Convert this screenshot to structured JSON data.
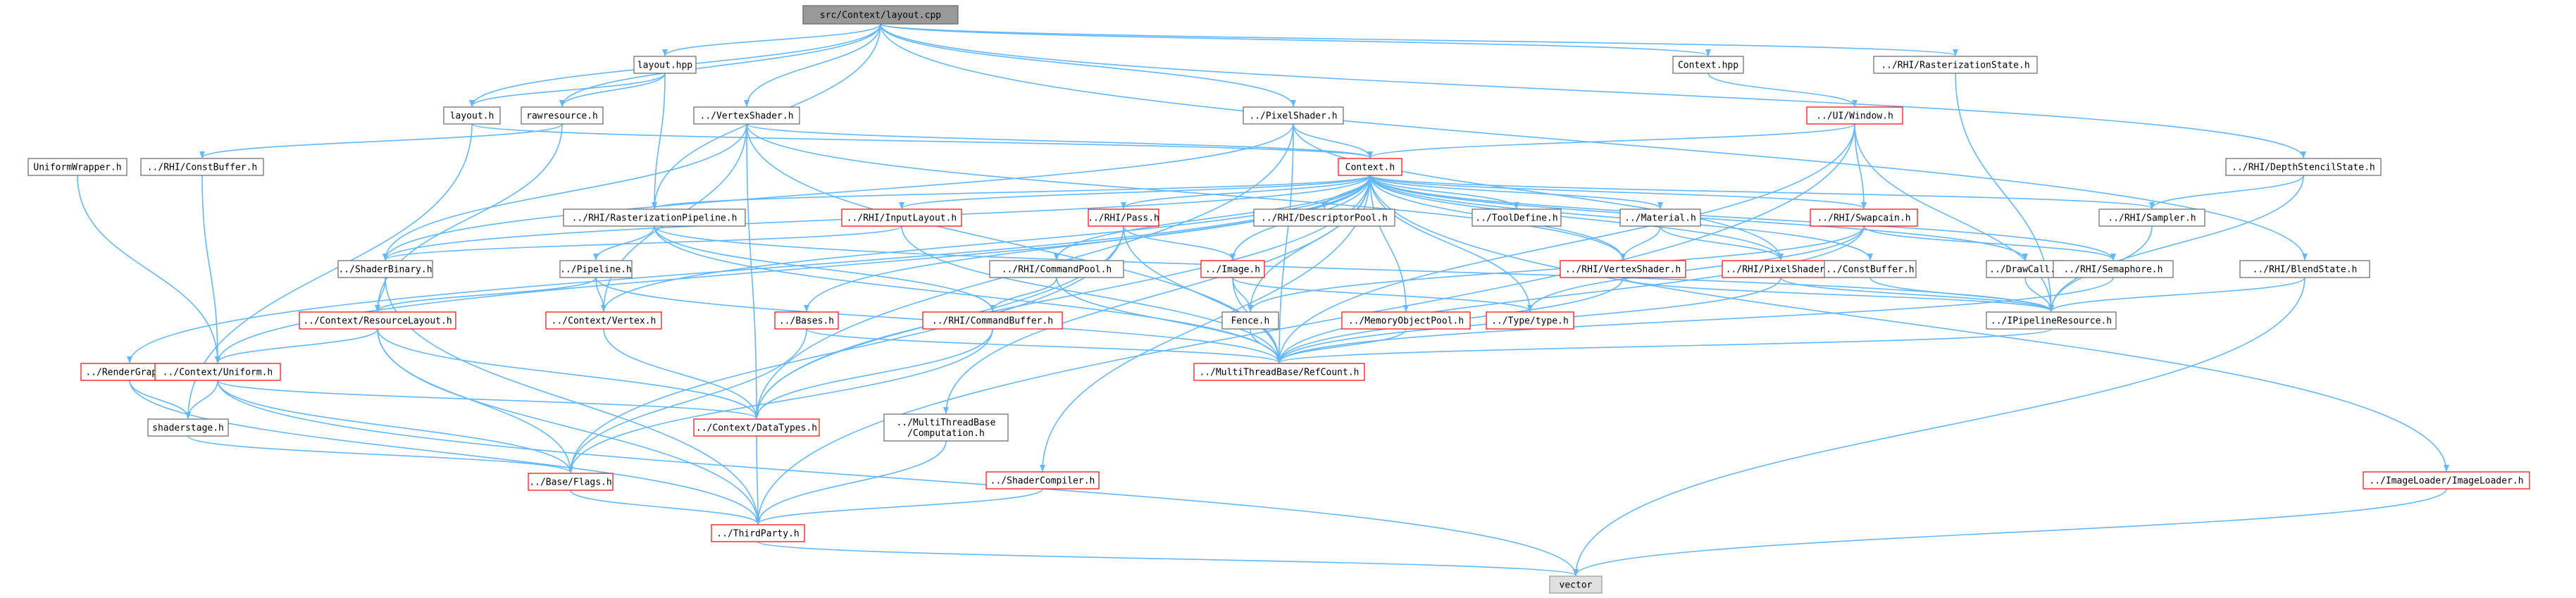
{
  "title": "src/Context/layout.cpp",
  "colors": {
    "edge": "#63b8ff",
    "root_fill": "#999999",
    "normal_border": "#666666",
    "red_border": "#ff0000",
    "external_fill": "#e0e0e0",
    "external_border": "#999999"
  },
  "nodes": [
    {
      "id": "root",
      "label": "src/Context/layout.cpp",
      "kind": "root"
    },
    {
      "id": "layout_hpp",
      "label": "layout.hpp",
      "kind": "normal"
    },
    {
      "id": "context_hpp",
      "label": "Context.hpp",
      "kind": "normal"
    },
    {
      "id": "rhi_raster_state",
      "label": "../RHI/RasterizationState.h",
      "kind": "normal"
    },
    {
      "id": "layout_h",
      "label": "layout.h",
      "kind": "normal"
    },
    {
      "id": "rawresource",
      "label": "rawresource.h",
      "kind": "normal"
    },
    {
      "id": "vertexshader",
      "label": "../VertexShader.h",
      "kind": "normal"
    },
    {
      "id": "pixelshader",
      "label": "../PixelShader.h",
      "kind": "normal"
    },
    {
      "id": "ui_window",
      "label": "../UI/Window.h",
      "kind": "red"
    },
    {
      "id": "uniformwrapper",
      "label": "UniformWrapper.h",
      "kind": "normal"
    },
    {
      "id": "rhi_constbuffer",
      "label": "../RHI/ConstBuffer.h",
      "kind": "normal"
    },
    {
      "id": "context_h",
      "label": "Context.h",
      "kind": "red"
    },
    {
      "id": "rhi_depthstencil",
      "label": "../RHI/DepthStencilState.h",
      "kind": "normal"
    },
    {
      "id": "rhi_raster_pipeline",
      "label": "../RHI/RasterizationPipeline.h",
      "kind": "normal"
    },
    {
      "id": "rhi_inputlayout",
      "label": "../RHI/InputLayout.h",
      "kind": "red"
    },
    {
      "id": "rhi_pass",
      "label": "../RHI/Pass.h",
      "kind": "red"
    },
    {
      "id": "rhi_descriptorpool",
      "label": "../RHI/DescriptorPool.h",
      "kind": "normal"
    },
    {
      "id": "tooldefine",
      "label": "../ToolDefine.h",
      "kind": "normal"
    },
    {
      "id": "material",
      "label": "../Material.h",
      "kind": "normal"
    },
    {
      "id": "rhi_swapcain",
      "label": "../RHI/Swapcain.h",
      "kind": "red"
    },
    {
      "id": "rhi_sampler",
      "label": "../RHI/Sampler.h",
      "kind": "normal"
    },
    {
      "id": "shaderbinary",
      "label": "../ShaderBinary.h",
      "kind": "normal"
    },
    {
      "id": "pipeline",
      "label": "../Pipeline.h",
      "kind": "normal"
    },
    {
      "id": "rhi_commandpool",
      "label": "../RHI/CommandPool.h",
      "kind": "normal"
    },
    {
      "id": "image",
      "label": "../Image.h",
      "kind": "red"
    },
    {
      "id": "rhi_vertexshader",
      "label": "../RHI/VertexShader.h",
      "kind": "red"
    },
    {
      "id": "rhi_pixelshader",
      "label": "../RHI/PixelShader.h",
      "kind": "red"
    },
    {
      "id": "constbuffer",
      "label": "../ConstBuffer.h",
      "kind": "normal"
    },
    {
      "id": "drawcall",
      "label": "../DrawCall.h",
      "kind": "normal"
    },
    {
      "id": "rhi_semaphore",
      "label": "../RHI/Semaphore.h",
      "kind": "normal"
    },
    {
      "id": "rhi_blendstate",
      "label": "../RHI/BlendState.h",
      "kind": "normal"
    },
    {
      "id": "context_resourcelayout",
      "label": "../Context/ResourceLayout.h",
      "kind": "red"
    },
    {
      "id": "context_vertex",
      "label": "../Context/Vertex.h",
      "kind": "red"
    },
    {
      "id": "bases",
      "label": "../Bases.h",
      "kind": "red"
    },
    {
      "id": "rhi_commandbuffer",
      "label": "../RHI/CommandBuffer.h",
      "kind": "red"
    },
    {
      "id": "fence",
      "label": "Fence.h",
      "kind": "normal"
    },
    {
      "id": "memoryobjectpool",
      "label": "../MemoryObjectPool.h",
      "kind": "red"
    },
    {
      "id": "type_type",
      "label": "../Type/type.h",
      "kind": "red"
    },
    {
      "id": "ipipelineresource",
      "label": "../IPipelineResource.h",
      "kind": "normal"
    },
    {
      "id": "rendergraph",
      "label": "../RenderGraph.h",
      "kind": "red"
    },
    {
      "id": "context_uniform",
      "label": "../Context/Uniform.h",
      "kind": "red"
    },
    {
      "id": "multithreadbase_refcount",
      "label": "../MultiThreadBase/RefCount.h",
      "kind": "red"
    },
    {
      "id": "shaderstage",
      "label": "shaderstage.h",
      "kind": "normal"
    },
    {
      "id": "context_datatypes",
      "label": "../Context/DataTypes.h",
      "kind": "red"
    },
    {
      "id": "multithreadbase_computation",
      "label": "../MultiThreadBase\n/Computation.h",
      "kind": "normal"
    },
    {
      "id": "shadercompiler",
      "label": "../ShaderCompiler.h",
      "kind": "red"
    },
    {
      "id": "imageloader",
      "label": "../ImageLoader/ImageLoader.h",
      "kind": "red"
    },
    {
      "id": "base_flags",
      "label": "../Base/Flags.h",
      "kind": "red"
    },
    {
      "id": "thirdparty",
      "label": "../ThirdParty.h",
      "kind": "red"
    },
    {
      "id": "vector",
      "label": "vector",
      "kind": "external"
    }
  ]
}
